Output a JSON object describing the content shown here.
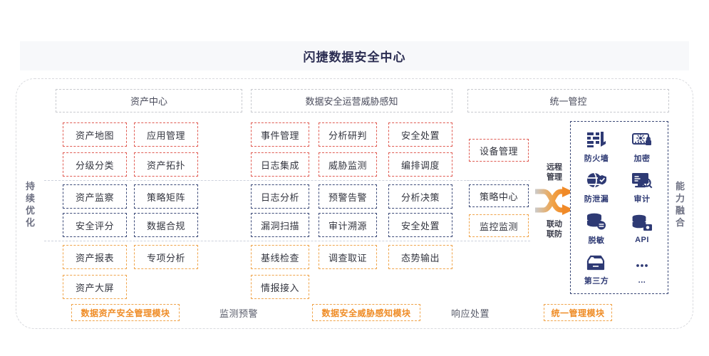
{
  "header": {
    "title": "闪捷数据安全中心"
  },
  "side_labels": {
    "left": "持续优化",
    "right": "能力融合"
  },
  "columns": [
    {
      "id": "asset-center",
      "header": "资产中心",
      "tiers": [
        {
          "color": "#e05b52",
          "items": [
            "资产地图",
            "应用管理",
            "分级分类",
            "资产拓扑"
          ]
        },
        {
          "color": "#3c4a78",
          "items": [
            "资产监察",
            "策略矩阵",
            "安全评分",
            "数据合规"
          ]
        },
        {
          "color": "#f0a44a",
          "items": [
            "资产报表",
            "专项分析",
            "资产大屏"
          ]
        }
      ]
    },
    {
      "id": "threat-awareness",
      "header": "数据安全运营威胁感知",
      "tiers": [
        {
          "color": "#e05b52",
          "items": [
            "事件管理",
            "分析研判",
            "安全处置",
            "日志集成",
            "威胁监测",
            "编排调度"
          ]
        },
        {
          "color": "#3c4a78",
          "items": [
            "日志分析",
            "预警告警",
            "分析决策",
            "漏洞扫描",
            "审计溯源",
            "安全处置"
          ]
        },
        {
          "color": "#f0a44a",
          "items": [
            "基线检查",
            "调查取证",
            "态势输出",
            "情报接入"
          ]
        }
      ]
    },
    {
      "id": "unified-control",
      "header": "统一管控",
      "tiers": [
        {
          "color": "#e05b52",
          "items": [
            "设备管理"
          ]
        },
        {
          "color": "#3c4a78",
          "items": [
            "策略中心"
          ]
        },
        {
          "color": "#f0a44a",
          "items": [
            "监控监测"
          ]
        }
      ]
    }
  ],
  "exchange": {
    "top_label": "远程\n管理",
    "top_label_line1": "远程",
    "top_label_line2": "管理",
    "bottom_label_line1": "联动",
    "bottom_label_line2": "联防",
    "arrow_color": "#f08a28",
    "tail_color": "#c9c9c9"
  },
  "capabilities": [
    {
      "label": "防火墙",
      "icon": "firewall-icon"
    },
    {
      "label": "加密",
      "icon": "encryption-lock-icon"
    },
    {
      "label": "防泄漏",
      "icon": "leak-prevention-icon"
    },
    {
      "label": "审计",
      "icon": "audit-monitor-icon"
    },
    {
      "label": "脱敏",
      "icon": "masking-database-icon"
    },
    {
      "label": "API",
      "icon": "api-database-icon"
    },
    {
      "label": "第三方",
      "icon": "third-party-box-icon"
    },
    {
      "label": "...",
      "icon": "more-dots-icon"
    }
  ],
  "bottom_labels": {
    "module_1": "数据资产安全管理模块",
    "plain_1": "监测预警",
    "module_2": "数据安全威胁感知模块",
    "plain_2": "响应处置",
    "module_3": "统一管理模块"
  },
  "theme": {
    "title_color": "#2b2d52",
    "red": "#e05b52",
    "blue": "#3c4a78",
    "orange": "#f0a44a",
    "orange_text": "#ef8c26",
    "panel_blue": "#2e3a74",
    "header_bg": "#f7f8fa"
  }
}
